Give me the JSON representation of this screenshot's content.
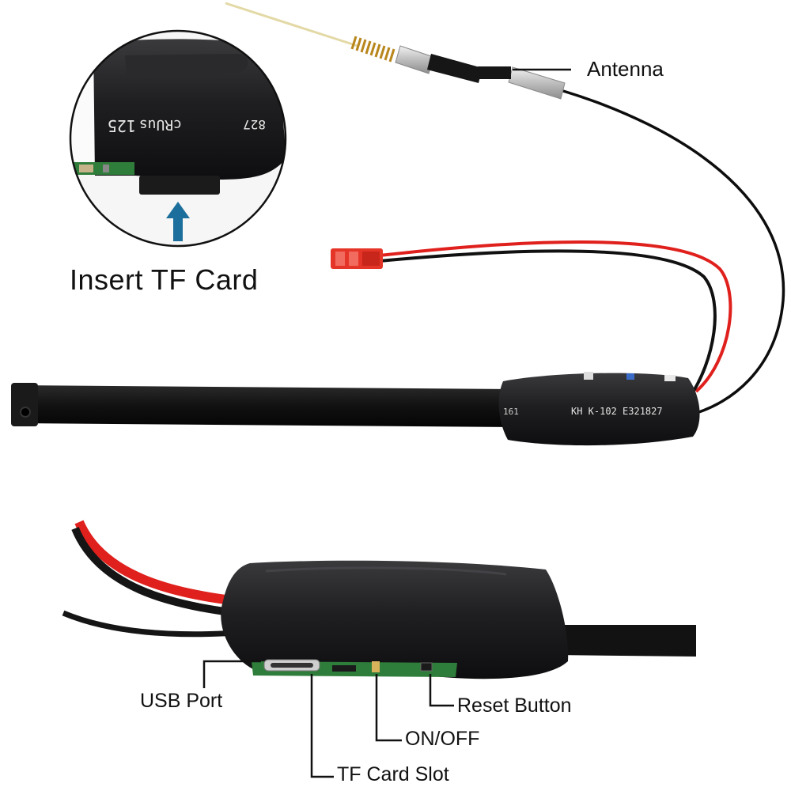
{
  "labels": {
    "antenna": "Antenna",
    "insert_tf_card": "Insert TF Card",
    "usb_port": "USB Port",
    "reset_button": "Reset Button",
    "on_off": "ON/OFF",
    "tf_card_slot": "TF Card Slot"
  },
  "printed": {
    "module_print": "KH  K-102  E321827",
    "strip_print": "161",
    "card_print_a": "125",
    "card_print_b": "cRUus",
    "card_print_c": "827"
  },
  "colors": {
    "arrow": "#1c6f9c",
    "red_wire": "#e0201c",
    "black_wire": "#111111",
    "connector": "#e53528",
    "heat_shrink": "#1c1c1e",
    "pcb_green": "#2f7d3a",
    "ribbon": "#0c0c0c"
  },
  "icons": {
    "insert_arrow": "arrow-up-icon"
  }
}
